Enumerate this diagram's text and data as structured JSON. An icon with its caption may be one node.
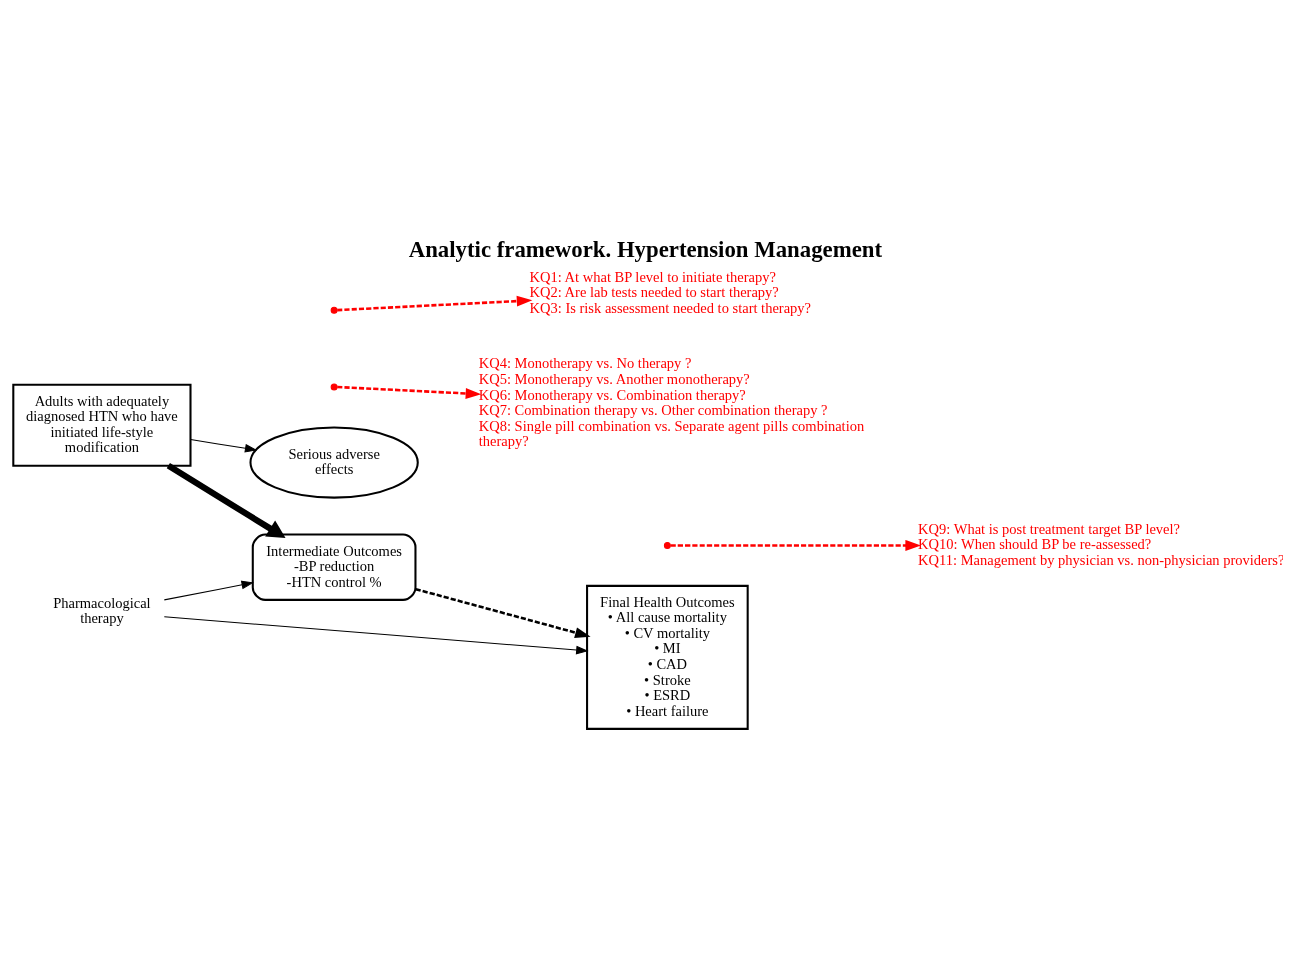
{
  "diagram": {
    "title": "Analytic framework. Hypertension Management",
    "nodes": [
      {
        "text": [
          "Adults with adequately diagnosed HTN who have initiated life-style modification"
        ]
      },
      {
        "text": [
          "Pharmacological therapy"
        ]
      },
      {
        "text": [
          "Intermediate Outcomes",
          "-BP reduction",
          "-HTN control %"
        ]
      },
      {
        "text": [
          "Final Health Outcomes",
          "• All cause mortality",
          "• CV mortality",
          "• MI",
          "• CAD",
          "• Stroke",
          "• ESRD",
          "• Heart failure"
        ]
      },
      {
        "text": [
          "Serious adverse effects"
        ]
      },
      {
        "text": [
          "KQ1: At what BP level to initiate therapy?",
          "KQ2: Are lab tests needed to start therapy?",
          "KQ3: Is risk assessment needed to start therapy?"
        ]
      },
      {
        "text": [
          "KQ9: What is post treatment target BP level?",
          "KQ10: When should BP be re-assessed?",
          "KQ11: Management by physician vs. non-physician providers?"
        ]
      },
      {
        "text": [
          "KQ4: Monotherapy vs. No therapy ?",
          "KQ5: Monotherapy vs. Another monotherapy?",
          "KQ6: Monotherapy vs. Combination therapy?",
          "KQ7: Combination therapy vs. Other combination therapy ?",
          "KQ8: Single pill combination vs. Separate agent pills combination therapy?"
        ]
      }
    ],
    "edges": [
      {
        "from": 0,
        "to": 2,
        "arrow": "to",
        "style": "thick"
      },
      {
        "from": 2,
        "to": 3,
        "arrow": "to",
        "style": "dashed"
      },
      {
        "from": 0,
        "to": 4,
        "arrow": "to"
      },
      {
        "from": 1,
        "to": 2,
        "arrow": "to"
      },
      {
        "from": 1,
        "to": 3,
        "arrow": "to"
      },
      {
        "from": null,
        "to": 5,
        "arrow": "to",
        "style": "dashed",
        "color": "#ff0000"
      },
      {
        "from": null,
        "to": 6,
        "arrow": "to",
        "style": "dashed",
        "color": "#ff0000"
      },
      {
        "from": null,
        "to": 7,
        "arrow": "to",
        "style": "dashed",
        "color": "#ff0000"
      }
    ]
  }
}
